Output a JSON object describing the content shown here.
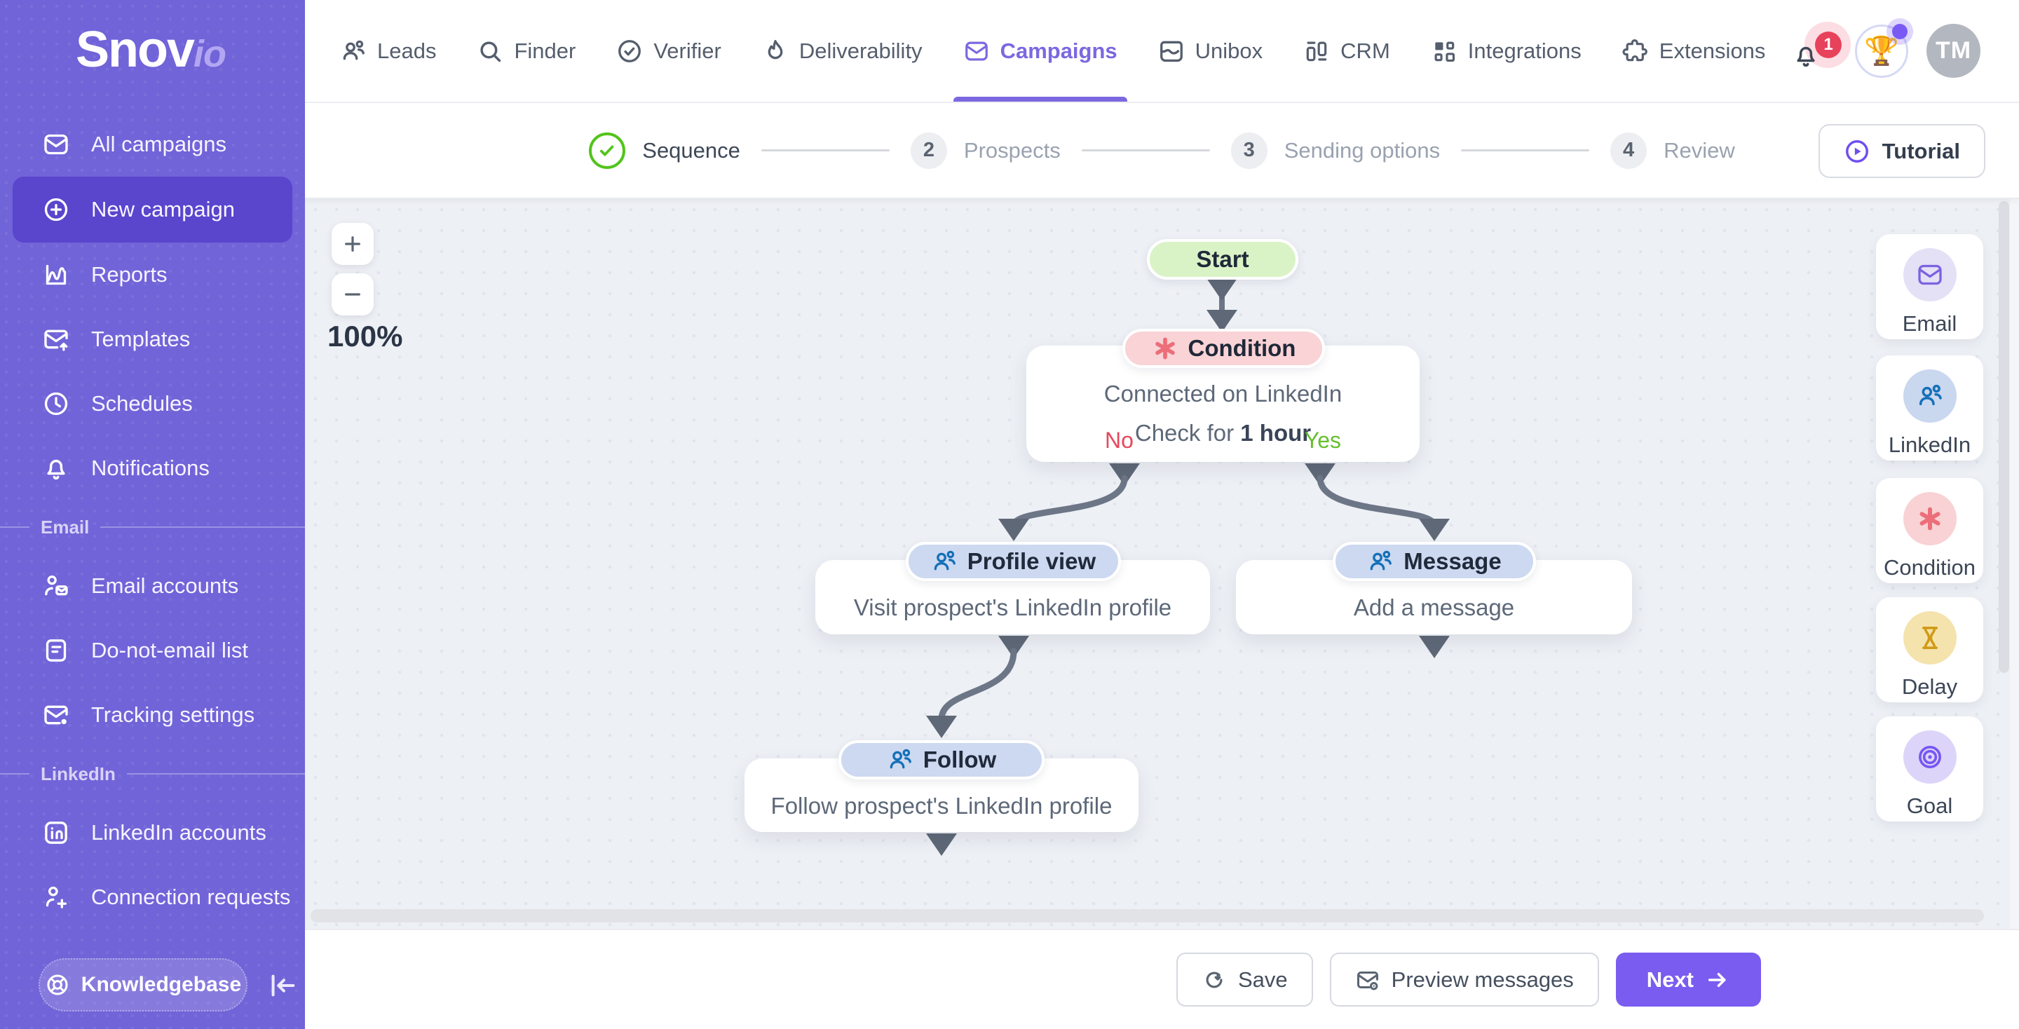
{
  "brand": {
    "name": "Snov",
    "suffix": "io"
  },
  "topnav": {
    "items": [
      {
        "label": "Leads",
        "icon": "users-icon"
      },
      {
        "label": "Finder",
        "icon": "search-icon"
      },
      {
        "label": "Verifier",
        "icon": "check-circle-icon"
      },
      {
        "label": "Deliverability",
        "icon": "flame-icon"
      },
      {
        "label": "Campaigns",
        "icon": "envelope-icon",
        "active": true
      },
      {
        "label": "Unibox",
        "icon": "inbox-icon"
      },
      {
        "label": "CRM",
        "icon": "crm-icon"
      },
      {
        "label": "Integrations",
        "icon": "grid-icon"
      },
      {
        "label": "Extensions",
        "icon": "puzzle-icon"
      }
    ],
    "notification_count": "1",
    "avatar_initials": "TM"
  },
  "sidebar": {
    "items": [
      {
        "label": "All campaigns",
        "icon": "envelope-icon"
      },
      {
        "label": "New campaign",
        "icon": "plus-circle-icon",
        "active": true
      },
      {
        "label": "Reports",
        "icon": "chart-icon"
      },
      {
        "label": "Templates",
        "icon": "envelope-up-icon"
      },
      {
        "label": "Schedules",
        "icon": "clock-icon"
      },
      {
        "label": "Notifications",
        "icon": "bell-icon"
      }
    ],
    "sections": [
      {
        "title": "Email",
        "items": [
          {
            "label": "Email accounts",
            "icon": "user-envelope-icon"
          },
          {
            "label": "Do-not-email list",
            "icon": "document-icon"
          },
          {
            "label": "Tracking settings",
            "icon": "envelope-dot-icon"
          }
        ]
      },
      {
        "title": "LinkedIn",
        "items": [
          {
            "label": "LinkedIn accounts",
            "icon": "linkedin-badge-icon"
          },
          {
            "label": "Connection requests",
            "icon": "user-plus-icon"
          }
        ]
      }
    ],
    "knowledgebase_label": "Knowledgebase"
  },
  "stepper": {
    "steps": [
      {
        "label": "Sequence",
        "state": "done"
      },
      {
        "number": "2",
        "label": "Prospects",
        "state": "upcoming"
      },
      {
        "number": "3",
        "label": "Sending options",
        "state": "upcoming"
      },
      {
        "number": "4",
        "label": "Review",
        "state": "upcoming"
      }
    ],
    "tutorial_label": "Tutorial"
  },
  "canvas": {
    "zoom_level": "100%"
  },
  "flow": {
    "start_label": "Start",
    "condition": {
      "badge": "Condition",
      "line1": "Connected on LinkedIn",
      "line2_prefix": "Check for ",
      "line2_bold": "1 hour",
      "no_label": "No",
      "yes_label": "Yes"
    },
    "profile_view": {
      "badge": "Profile view",
      "description": "Visit prospect's LinkedIn profile"
    },
    "message": {
      "badge": "Message",
      "description": "Add a message"
    },
    "follow": {
      "badge": "Follow",
      "description": "Follow prospect's LinkedIn profile"
    }
  },
  "palette": {
    "items": [
      {
        "label": "Email",
        "icon": "envelope-icon"
      },
      {
        "label": "LinkedIn",
        "icon": "users-icon"
      },
      {
        "label": "Condition",
        "icon": "asterisk-icon"
      },
      {
        "label": "Delay",
        "icon": "hourglass-icon"
      },
      {
        "label": "Goal",
        "icon": "target-icon"
      }
    ]
  },
  "footer": {
    "save_label": "Save",
    "preview_label": "Preview messages",
    "next_label": "Next"
  },
  "colors": {
    "sidebar_purple": "#7164d8",
    "active_item_purple": "#5a45cd",
    "accent_purple": "#7b68e0",
    "next_button_purple": "#7a5cf0",
    "start_green": "#d9f3c6",
    "condition_pink": "#f9d3d6",
    "condition_red": "#ec6e79",
    "linkedin_pill_blue": "#cdd9f1",
    "linkedin_blue": "#1470b8",
    "no_red": "#e8475b",
    "yes_green": "#67bf2d",
    "done_green": "#52c41a",
    "canvas_bg": "#edf0f5"
  }
}
